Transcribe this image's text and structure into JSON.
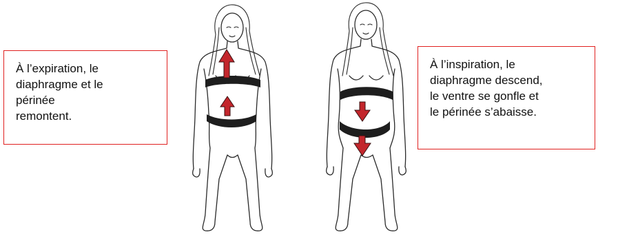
{
  "callouts": {
    "left": {
      "lines": [
        "À l’expiration, le",
        "diaphragme et le",
        "périnée",
        "remontent."
      ]
    },
    "right": {
      "lines": [
        "À l’inspiration, le",
        "diaphragme descend,",
        "le ventre se gonfle et",
        "le périnée s’abaisse."
      ]
    }
  },
  "colors": {
    "callout_border": "#e0201f",
    "arrow_fill": "#c3262c",
    "band": "#1e1e1e",
    "outline": "#2a2a2a"
  },
  "figures": [
    {
      "name": "exhale-figure",
      "arrows": [
        "up",
        "up"
      ]
    },
    {
      "name": "inhale-figure",
      "arrows": [
        "down",
        "down"
      ]
    }
  ]
}
